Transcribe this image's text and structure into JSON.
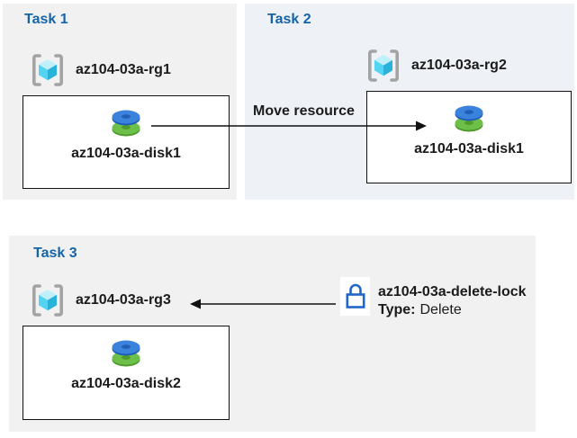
{
  "tasks": [
    {
      "title": "Task 1",
      "resource_group": "az104-03a-rg1",
      "disk": "az104-03a-disk1"
    },
    {
      "title": "Task 2",
      "resource_group": "az104-03a-rg2",
      "disk": "az104-03a-disk1"
    },
    {
      "title": "Task 3",
      "resource_group": "az104-03a-rg3",
      "disk": "az104-03a-disk2"
    }
  ],
  "move_arrow": {
    "label": "Move resource"
  },
  "lock": {
    "name": "az104-03a-delete-lock",
    "type_label": "Type:",
    "type_value": "Delete",
    "target": "az104-03a-rg3"
  },
  "icons": {
    "resource_group": "resource-group-icon",
    "disk": "disk-icon",
    "lock": "lock-icon"
  },
  "colors": {
    "task_title_blue": "#1763a8",
    "panel_gray": "#f1f1f1",
    "panel_blue_gray": "#eef1f5",
    "box_border": "#111111",
    "disk_blue": "#3b82dc",
    "disk_blue_dark": "#1f5fb5",
    "disk_green": "#6cc04a",
    "disk_green_dark": "#4f9c2c",
    "cube_cyan_light": "#c0f0fa",
    "cube_cyan": "#54d4f2",
    "cube_cyan_dark": "#29b2da",
    "bracket_gray": "#a3a3a3",
    "lock_blue": "#2065c9",
    "text": "#1b1b1b"
  }
}
